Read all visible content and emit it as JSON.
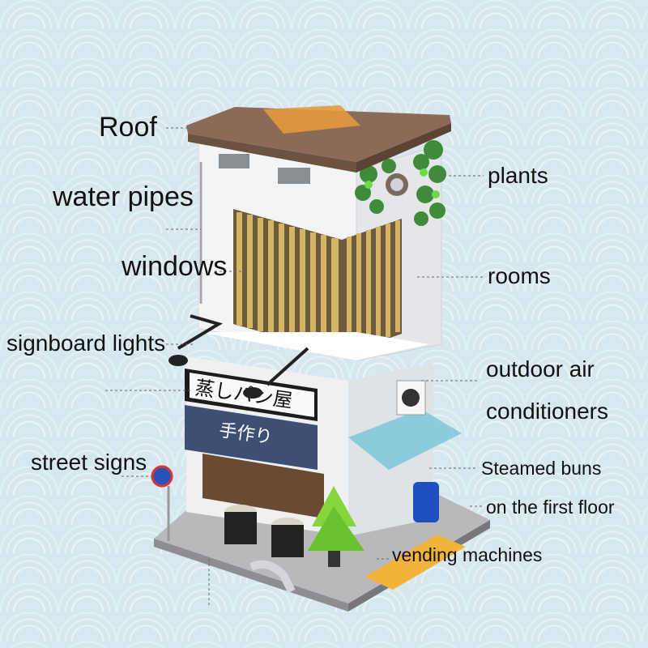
{
  "labels": {
    "roof": "Roof",
    "water_pipes": "water pipes",
    "windows": "windows",
    "signboard_lights": "signboard lights",
    "street_signs": "street signs",
    "plants": "plants",
    "rooms": "rooms",
    "outdoor_air_1": "outdoor air",
    "outdoor_air_2": "conditioners",
    "steamed_buns_1": "Steamed buns",
    "steamed_buns_2": "on the first floor",
    "vending_machines": "vending machines"
  },
  "signboard": {
    "main": "蒸しパン屋",
    "sub": "手作り"
  },
  "colors": {
    "roof": "#8b6b57",
    "wall": "#f4f5f6",
    "slats": "#c9a959",
    "plants": "#3e8c3a",
    "sign": "#1c1c1c",
    "background": "#d7e7ee"
  }
}
